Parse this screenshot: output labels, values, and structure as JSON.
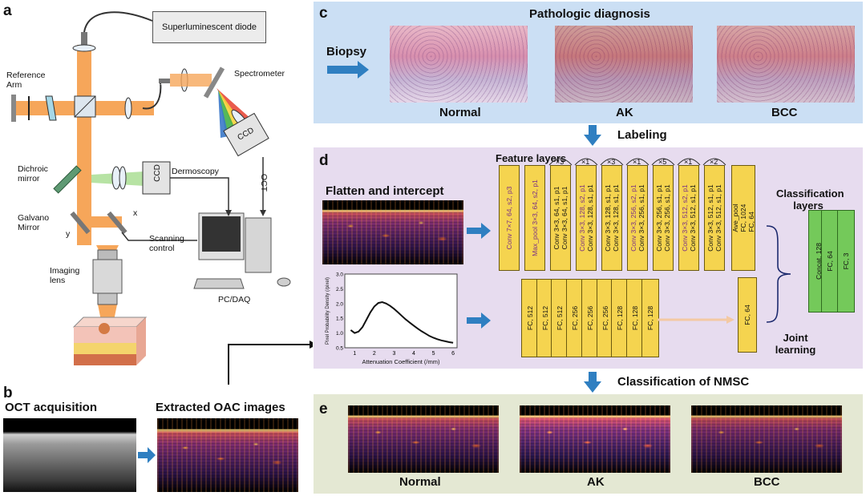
{
  "panels": {
    "a": "a",
    "b": "b",
    "c": "c",
    "d": "d",
    "e": "e"
  },
  "setup": {
    "superluminescent_diode": "Superluminescent diode",
    "reference_arm": "Reference Arm",
    "spectrometer": "Spectrometer",
    "ccd": "CCD",
    "dichroic_mirror": "Dichroic mirror",
    "dermoscopy": "Dermoscopy",
    "oct": "OCT",
    "galvano_mirror": "Galvano Mirror",
    "x": "x",
    "y": "y",
    "scanning_control": "Scanning control",
    "imaging_lens": "Imaging lens",
    "pc_daq": "PC/DAQ"
  },
  "panel_b": {
    "oct_acquisition": "OCT acquisition",
    "extracted": "Extracted OAC images"
  },
  "panel_c": {
    "title": "Pathologic diagnosis",
    "biopsy": "Biopsy",
    "classes": [
      "Normal",
      "AK",
      "BCC"
    ],
    "labeling": "Labeling"
  },
  "panel_d": {
    "flatten": "Flatten and intercept",
    "feature_layers": "Feature layers",
    "classification_layers": "Classification layers",
    "joint_learning": "Joint learning",
    "repeats": [
      "×3",
      "×1",
      "×3",
      "×1",
      "×5",
      "×1",
      "×2"
    ],
    "conv_layers": [
      {
        "lines": [
          "Conv 7×7, 64, s2, p3"
        ],
        "accent": true
      },
      {
        "lines": [
          "Max_pool 3×3, 64, s2, p1"
        ],
        "accent": true
      },
      {
        "lines": [
          "Conv 3×3, 64, s1, p1",
          "Conv 3×3, 64, s1, p1"
        ]
      },
      {
        "lines": [
          "Conv 3×3, 128, s2, p1",
          "Conv 3×3, 128, s1, p1"
        ],
        "accent": true
      },
      {
        "lines": [
          "Conv 3×3, 128, s1, p1",
          "Conv 3×3, 128, s1, p1"
        ]
      },
      {
        "lines": [
          "Conv 3×3, 256, s2, p1",
          "Conv 3×3, 256, s1, p1"
        ],
        "accent": true
      },
      {
        "lines": [
          "Conv 3×3, 256, s1, p1",
          "Conv 3×3, 256, s1, p1"
        ]
      },
      {
        "lines": [
          "Conv 3×3, 512, s2, p1",
          "Conv 3×3, 512, s1, p1"
        ],
        "accent": true
      },
      {
        "lines": [
          "Conv 3×3, 512, s1, p1",
          "Conv 3×3, 512, s1, p1"
        ]
      }
    ],
    "ave_pool": [
      "Ave_pool",
      "FC, 1024",
      "FC, 64"
    ],
    "fc_layers": [
      "FC, 512",
      "FC, 512",
      "FC, 512",
      "FC, 256",
      "FC, 256",
      "FC, 256",
      "FC, 128",
      "FC, 128",
      "FC, 128"
    ],
    "fc64": "FC, 64",
    "green_layers": [
      "Concat, 128",
      "FC, 64",
      "FC, 3"
    ],
    "plot": {
      "ylabel": "Pixel Probability Density (/pixel)",
      "xlabel": "Attenuation Coefficient (/mm)",
      "xticks": [
        "1",
        "2",
        "3",
        "4",
        "5",
        "6"
      ],
      "yticks": [
        "0.5",
        "1.0",
        "1.5",
        "2.0",
        "2.5",
        "3.0"
      ]
    }
  },
  "chart_data": {
    "type": "line",
    "xlabel": "Attenuation Coefficient (/mm)",
    "ylabel": "Pixel Probability Density (/pixel)",
    "xlim": [
      0.5,
      6.2
    ],
    "ylim": [
      0.5,
      3.0
    ],
    "x": [
      0.8,
      1.0,
      1.2,
      1.4,
      1.6,
      1.8,
      2.0,
      2.2,
      2.4,
      2.6,
      2.8,
      3.0,
      3.2,
      3.4,
      3.6,
      3.8,
      4.0,
      4.2,
      4.4,
      4.6,
      4.8,
      5.0,
      5.2,
      5.4,
      5.6,
      5.8,
      6.0
    ],
    "series": [
      {
        "values": [
          1.1,
          1.0,
          1.05,
          1.2,
          1.45,
          1.7,
          1.9,
          2.02,
          2.05,
          2.0,
          1.92,
          1.82,
          1.7,
          1.58,
          1.46,
          1.35,
          1.25,
          1.15,
          1.06,
          0.98,
          0.9,
          0.84,
          0.79,
          0.75,
          0.72,
          0.69,
          0.67
        ]
      }
    ]
  },
  "panel_d_footer": "Classification of NMSC",
  "panel_e": {
    "classes": [
      "Normal",
      "AK",
      "BCC"
    ]
  }
}
